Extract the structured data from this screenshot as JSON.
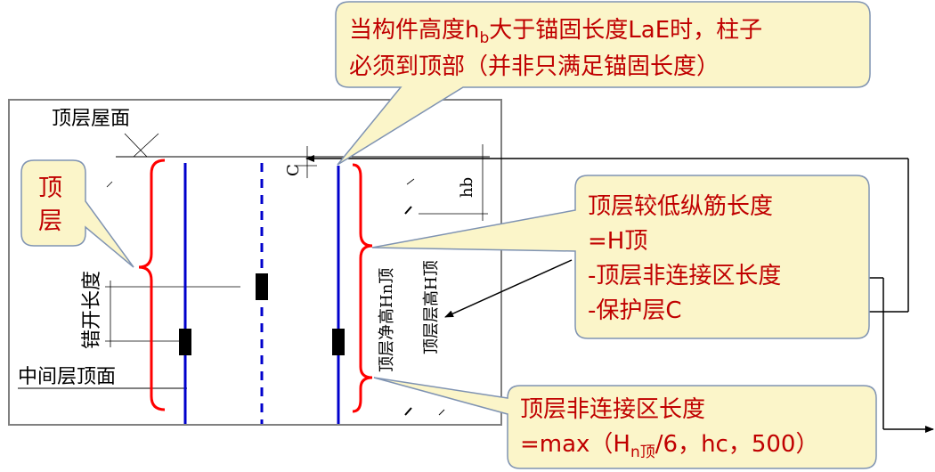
{
  "colors": {
    "callout_fill": "#fbf5c9",
    "callout_border": "#7f93b2",
    "callout_text": "#c00000",
    "red_brace": "#ff0000",
    "blue_rebar": "#0000cc",
    "black": "#000000",
    "frame": "#808080"
  },
  "callouts": {
    "top_note": {
      "line1_pre": "当构件高度h",
      "line1_sub": "b",
      "line1_post": "大于锚固长度LaE时，柱子",
      "line2": "必须到顶部（并非只满足锚固长度）"
    },
    "top_floor": {
      "line1": "顶",
      "line2": "层"
    },
    "low_bar": {
      "line1": "顶层较低纵筋长度",
      "line2": "=H顶",
      "line3": "-顶层非连接区长度",
      "line4": "-保护层C"
    },
    "non_connect": {
      "line1": "顶层非连接区长度",
      "line2_pre": "=max（H",
      "line2_sub": "n顶",
      "line2_post": "/6，hc，500）"
    }
  },
  "drawing": {
    "roof_label": "顶层屋面",
    "middle_floor_label": "中间层顶面",
    "stagger_label": "错开长度",
    "clear_height_label": "顶层净高Hn顶",
    "floor_height_label": "顶层层高H顶",
    "cover_label": "C",
    "hb_label": "hb"
  }
}
